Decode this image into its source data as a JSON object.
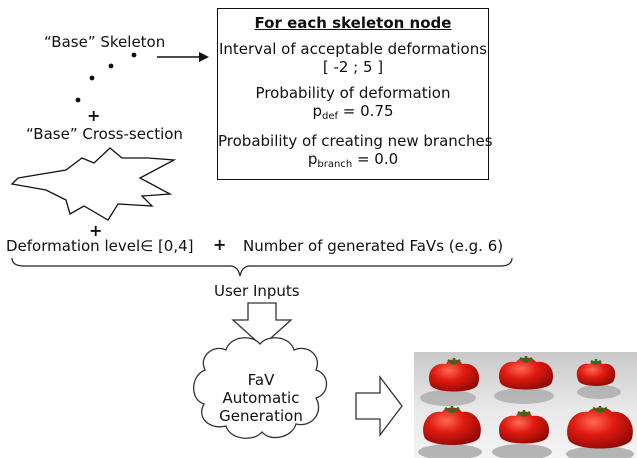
{
  "skeleton": {
    "label": "“Base” Skeleton"
  },
  "plus_1": "+",
  "cross_section": {
    "label": "“Base” Cross-section"
  },
  "plus_2": "+",
  "node_box": {
    "heading": "For each skeleton node",
    "interval_label": "Interval of acceptable deformations",
    "interval_value": "[ -2 ; 5 ]",
    "def_label": "Probability of deformation",
    "def_symbol": "p",
    "def_sub": "def",
    "def_value": "= 0.75",
    "branch_label": "Probability of creating new branches",
    "branch_symbol": "p",
    "branch_sub": "branch",
    "branch_value": "= 0.0"
  },
  "inputs": {
    "deformation_level": "Deformation level∈ [0,4]",
    "plus": "+",
    "num_favs": "Number of generated FaVs (e.g. 6)",
    "group_label": "User Inputs"
  },
  "cloud": {
    "line1": "FaV",
    "line2": "Automatic",
    "line3": "Generation"
  },
  "colors": {
    "ink": "#111111",
    "tomato": "#d81a10",
    "stem": "#2e6b1f"
  }
}
